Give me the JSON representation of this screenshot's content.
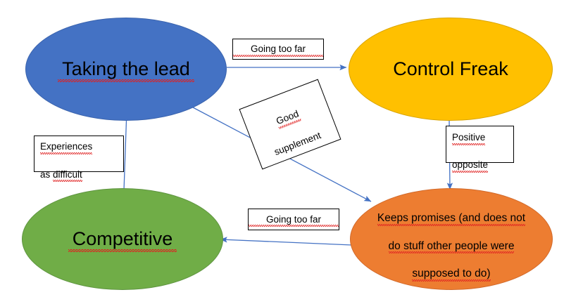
{
  "diagram": {
    "title": "Taking the lead / Control Freak / Competitive / Keeps promises cycle",
    "background": "#FFFFFF",
    "arrow_color": "#4472C4",
    "nodes": [
      {
        "id": "taking-the-lead",
        "label": "Taking the lead",
        "color": "#4472C4",
        "shape": "ellipse",
        "misspelled": true
      },
      {
        "id": "control-freak",
        "label": "Control Freak",
        "color": "#FFC000",
        "shape": "ellipse",
        "misspelled": false
      },
      {
        "id": "competitive",
        "label": "Competitive",
        "color": "#70AD47",
        "shape": "ellipse",
        "misspelled": true
      },
      {
        "id": "keeps-promises",
        "label": "Keeps promises (and does not\ndo stuff other people were\nsupposed to do)",
        "line1": "Keeps promises (and does not",
        "line2": "do stuff other people were",
        "line3": "supposed to do)",
        "color": "#ED7D31",
        "shape": "ellipse",
        "misspelled": true
      }
    ],
    "edges": [
      {
        "id": "lead-to-control",
        "from": "taking-the-lead",
        "to": "control-freak",
        "label": "Going too far",
        "direction": "right"
      },
      {
        "id": "control-to-keeps",
        "from": "control-freak",
        "to": "keeps-promises",
        "label": "Positive\nopposite",
        "label_line1": "Positive",
        "label_line2": "opposite",
        "direction": "down"
      },
      {
        "id": "lead-to-keeps",
        "from": "taking-the-lead",
        "to": "keeps-promises",
        "label": "Good\nsupplement",
        "label_line1": "Good",
        "label_line2": "supplement",
        "direction": "diagonal-down-right"
      },
      {
        "id": "keeps-to-competitive",
        "from": "keeps-promises",
        "to": "competitive",
        "label": "Going too far",
        "direction": "left"
      },
      {
        "id": "competitive-to-lead",
        "from": "competitive",
        "to": "taking-the-lead",
        "label": "Experiences\nas difficult",
        "label_line1": "Experiences",
        "label_line2": "as difficult",
        "direction": "up"
      }
    ]
  }
}
